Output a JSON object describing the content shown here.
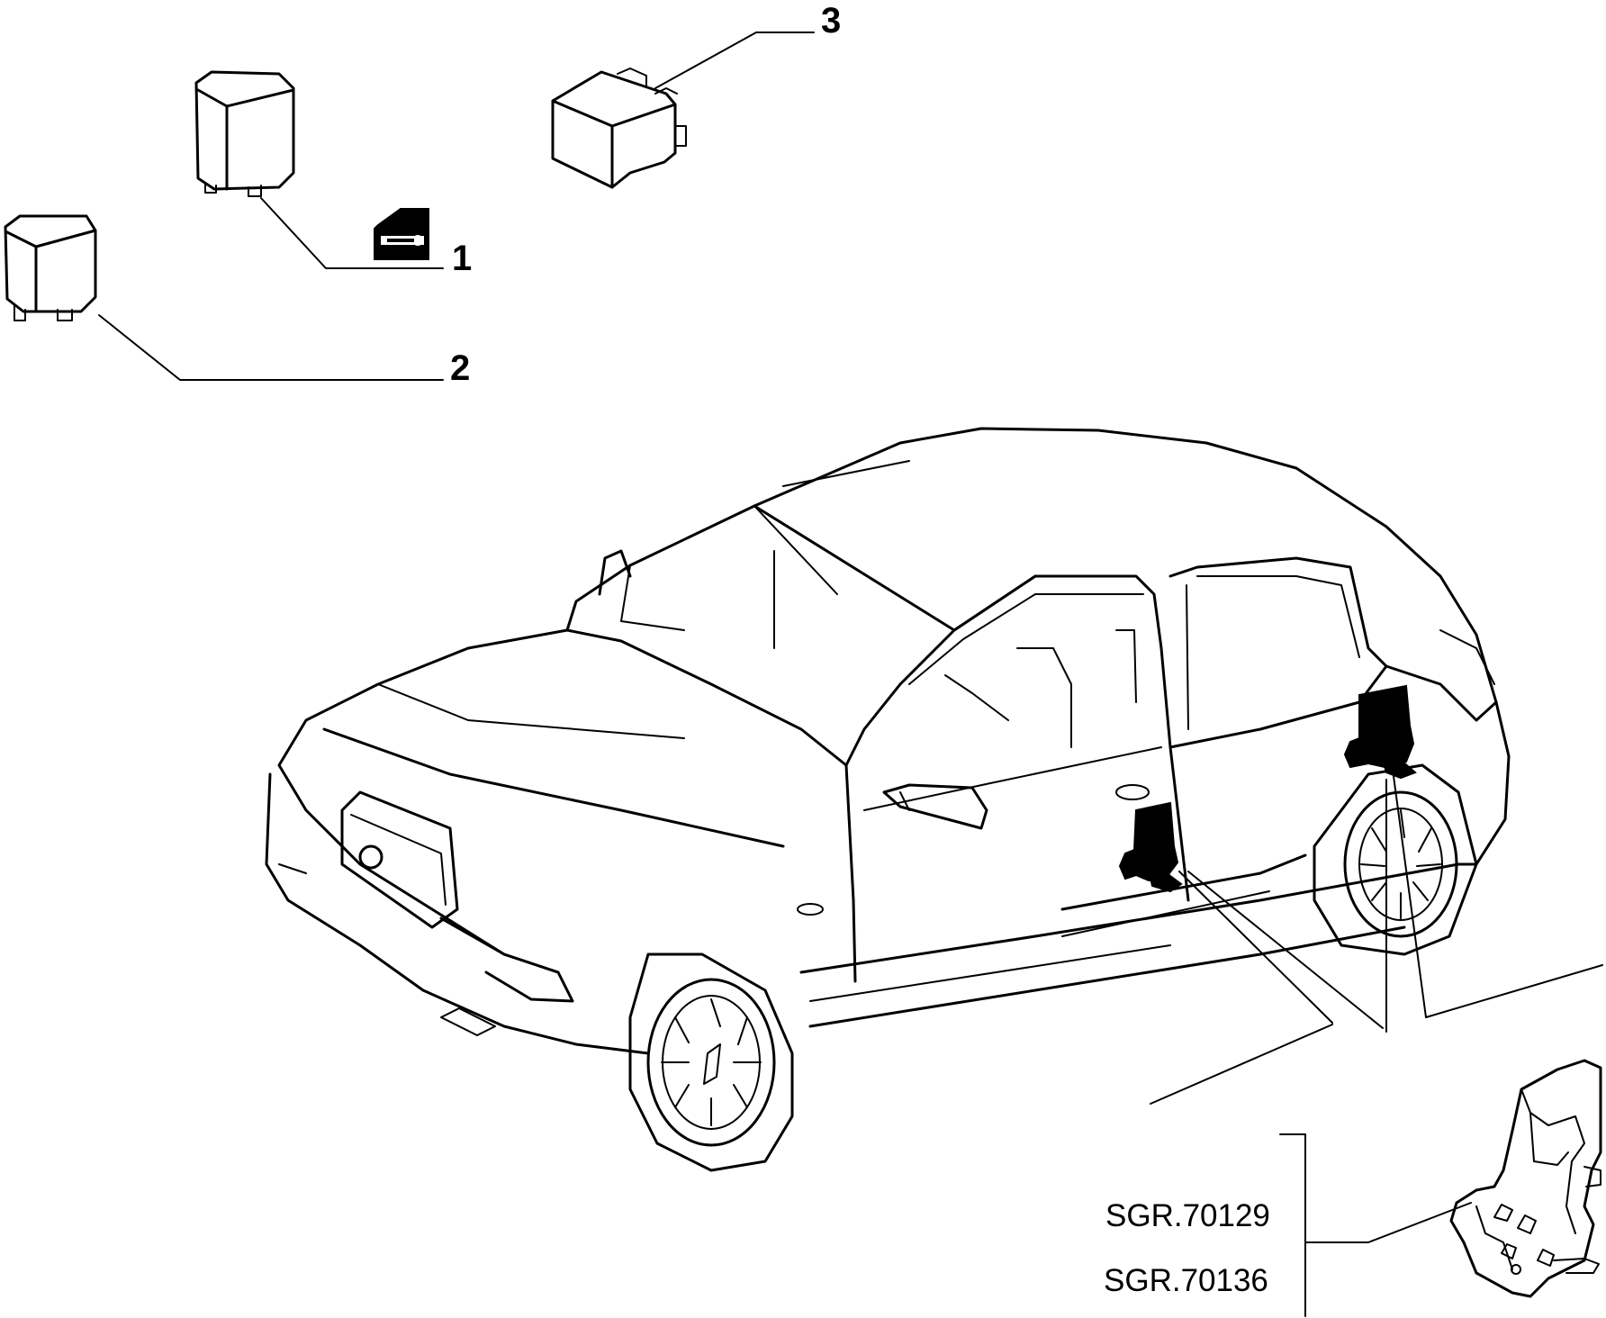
{
  "callouts": [
    {
      "id": "1",
      "label": "1"
    },
    {
      "id": "2",
      "label": "2"
    },
    {
      "id": "3",
      "label": "3"
    }
  ],
  "references": [
    "SGR.70129",
    "SGR.70136"
  ],
  "icons": {
    "door_lock_symbol": "door-key-icon"
  }
}
